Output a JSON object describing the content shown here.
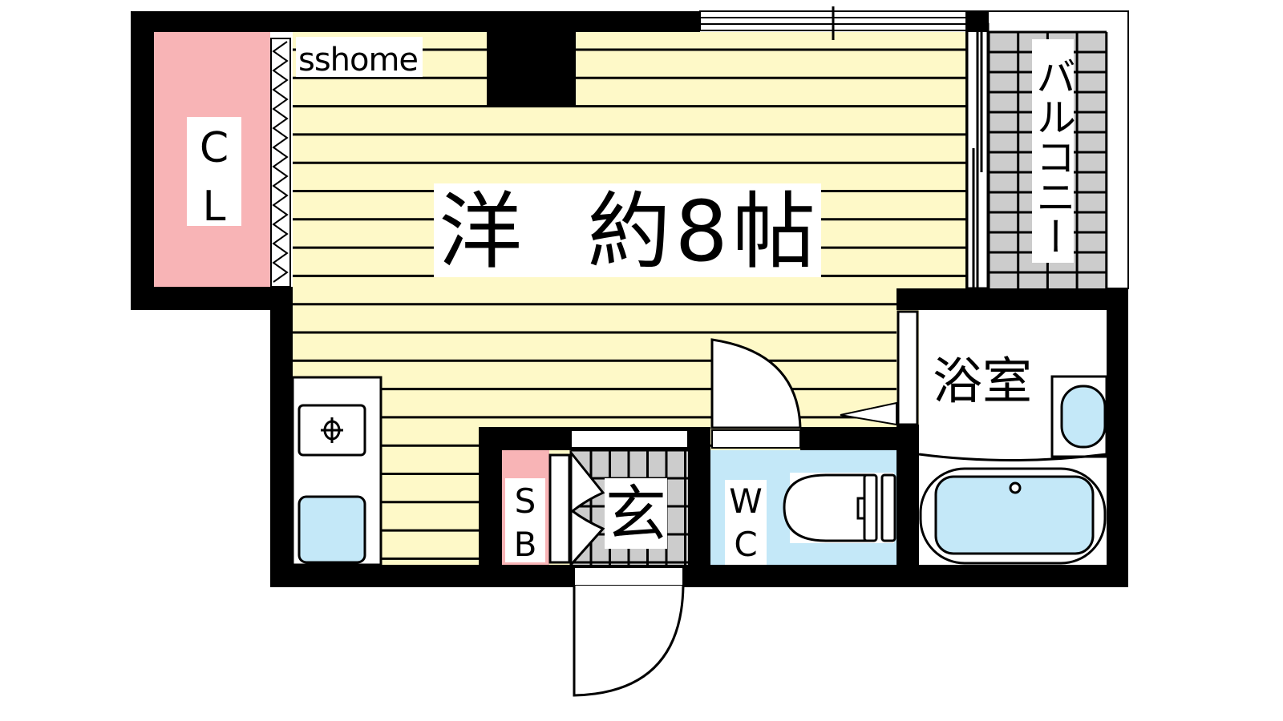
{
  "plan": {
    "watermark": "sshome",
    "closet": {
      "line1": "C",
      "line2": "L"
    },
    "main_room": "洋  約8帖",
    "balcony": "バルコニー",
    "bathroom": "浴室",
    "shoe_box": {
      "line1": "S",
      "line2": "B"
    },
    "entrance": "玄",
    "toilet": {
      "line1": "W",
      "line2": "C"
    }
  },
  "colors": {
    "floor": "#fef9c8",
    "closet": "#f8b4b6",
    "wet_area": "#c4e8f8",
    "tile": "#cccccc",
    "wall": "#000000"
  }
}
